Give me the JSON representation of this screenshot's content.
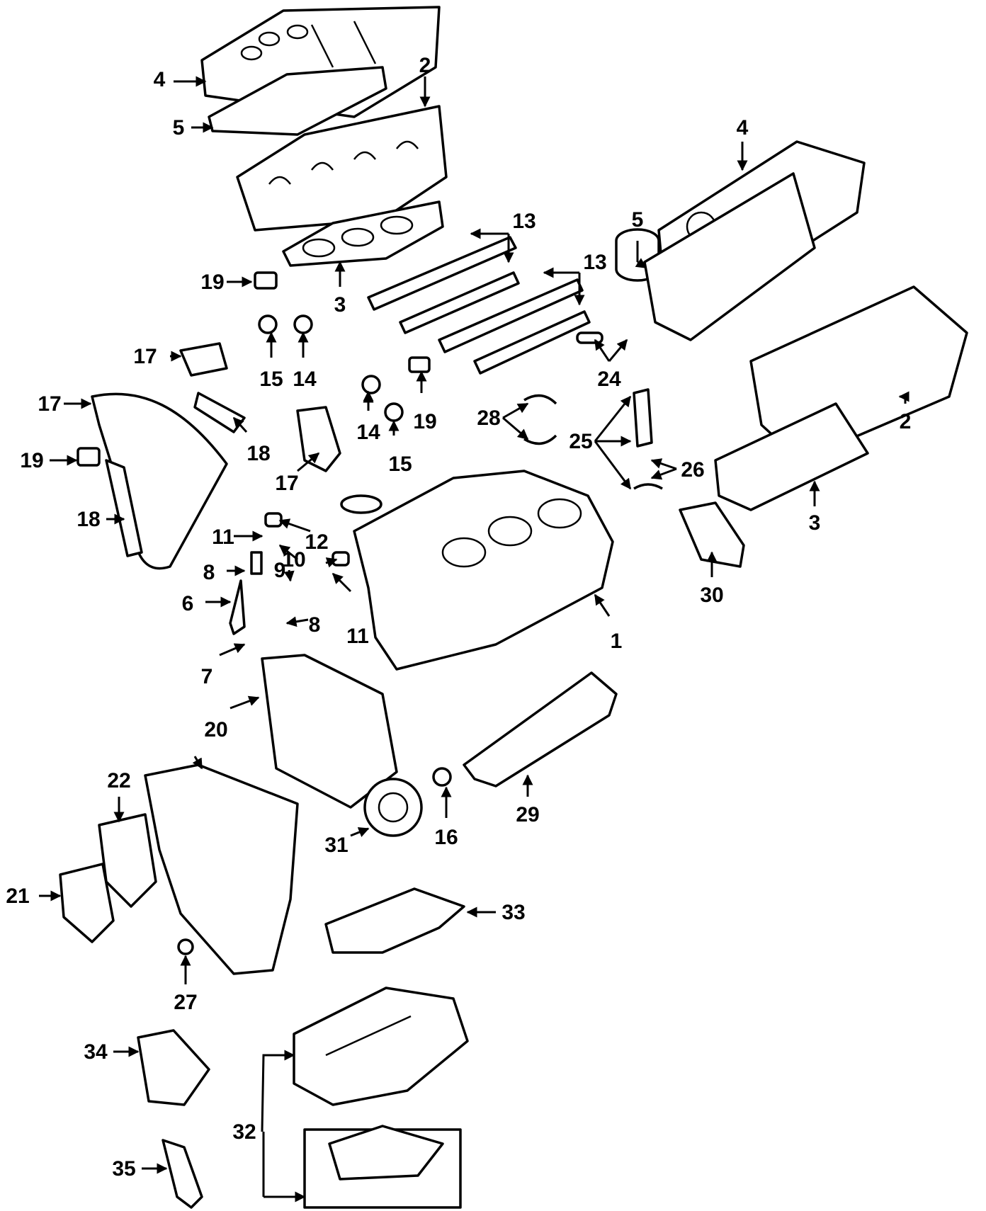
{
  "diagram": {
    "kind": "engine-exploded-view",
    "callouts": [
      {
        "id": "c1",
        "label": "1"
      },
      {
        "id": "c2a",
        "label": "2"
      },
      {
        "id": "c2b",
        "label": "2"
      },
      {
        "id": "c3a",
        "label": "3"
      },
      {
        "id": "c3b",
        "label": "3"
      },
      {
        "id": "c4a",
        "label": "4"
      },
      {
        "id": "c4b",
        "label": "4"
      },
      {
        "id": "c5a",
        "label": "5"
      },
      {
        "id": "c5b",
        "label": "5"
      },
      {
        "id": "c6",
        "label": "6"
      },
      {
        "id": "c7",
        "label": "7"
      },
      {
        "id": "c8a",
        "label": "8"
      },
      {
        "id": "c8b",
        "label": "8"
      },
      {
        "id": "c9",
        "label": "9"
      },
      {
        "id": "c10",
        "label": "10"
      },
      {
        "id": "c11a",
        "label": "11"
      },
      {
        "id": "c11b",
        "label": "11"
      },
      {
        "id": "c12",
        "label": "12"
      },
      {
        "id": "c13a",
        "label": "13"
      },
      {
        "id": "c13b",
        "label": "13"
      },
      {
        "id": "c14a",
        "label": "14"
      },
      {
        "id": "c14b",
        "label": "14"
      },
      {
        "id": "c15a",
        "label": "15"
      },
      {
        "id": "c15b",
        "label": "15"
      },
      {
        "id": "c16",
        "label": "16"
      },
      {
        "id": "c17a",
        "label": "17"
      },
      {
        "id": "c17b",
        "label": "17"
      },
      {
        "id": "c17c",
        "label": "17"
      },
      {
        "id": "c18a",
        "label": "18"
      },
      {
        "id": "c18b",
        "label": "18"
      },
      {
        "id": "c19a",
        "label": "19"
      },
      {
        "id": "c19b",
        "label": "19"
      },
      {
        "id": "c19c",
        "label": "19"
      },
      {
        "id": "c20",
        "label": "20"
      },
      {
        "id": "c21",
        "label": "21"
      },
      {
        "id": "c22",
        "label": "22"
      },
      {
        "id": "c24",
        "label": "24"
      },
      {
        "id": "c25",
        "label": "25"
      },
      {
        "id": "c26",
        "label": "26"
      },
      {
        "id": "c27",
        "label": "27"
      },
      {
        "id": "c28",
        "label": "28"
      },
      {
        "id": "c29",
        "label": "29"
      },
      {
        "id": "c30",
        "label": "30"
      },
      {
        "id": "c31",
        "label": "31"
      },
      {
        "id": "c32",
        "label": "32"
      },
      {
        "id": "c33",
        "label": "33"
      },
      {
        "id": "c34",
        "label": "34"
      },
      {
        "id": "c35",
        "label": "35"
      }
    ]
  }
}
